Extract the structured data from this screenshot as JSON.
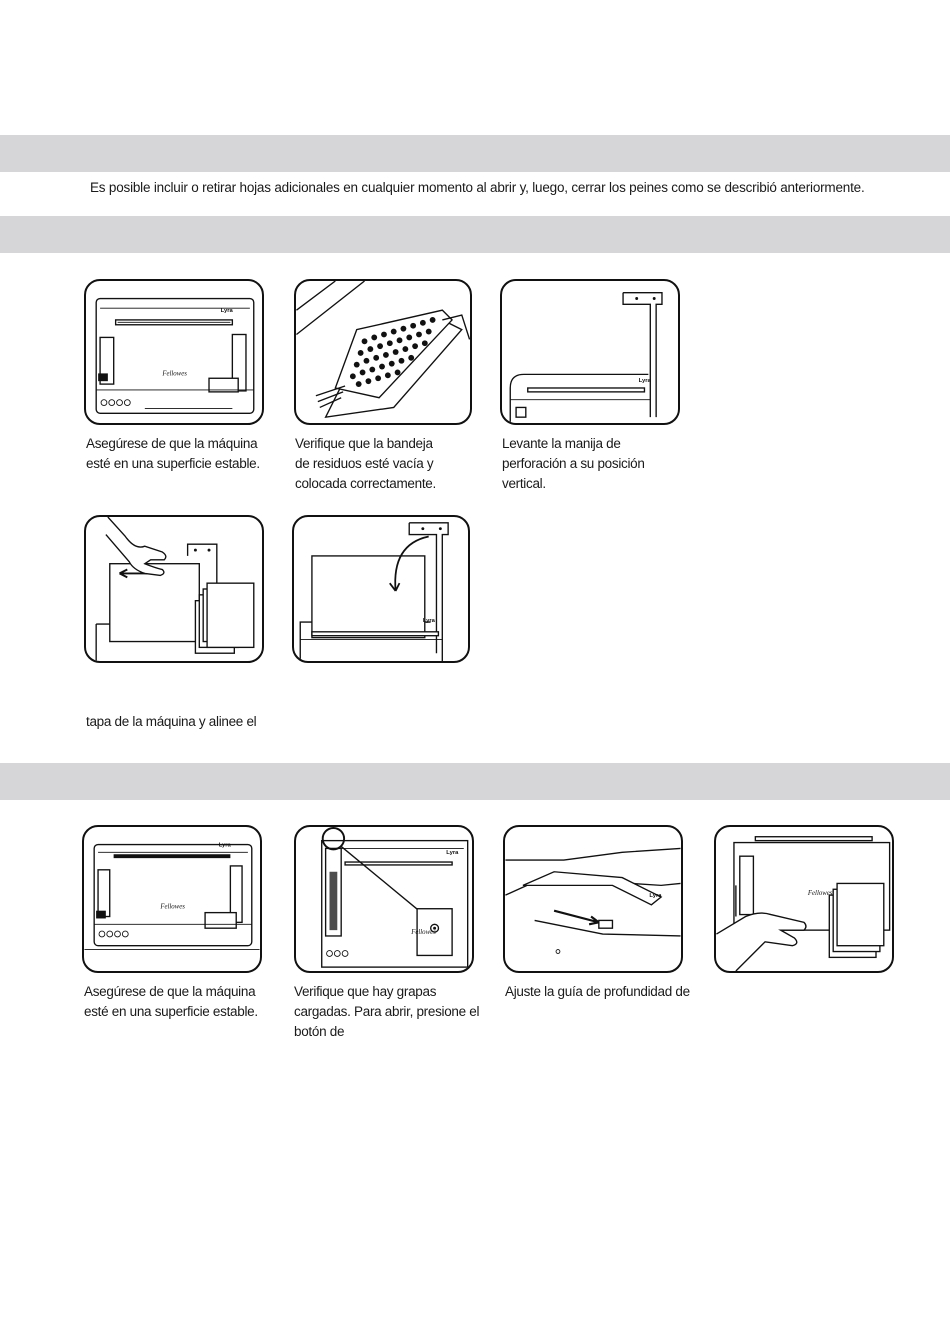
{
  "intro": {
    "text": "Es posible incluir o retirar hojas adicionales en cualquier momento al abrir y, luego, cerrar los peines como se describió anteriormente."
  },
  "section2": {
    "steps": [
      {
        "caption": "Asegúrese de que la máquina esté en una superficie estable.",
        "brand": "Lyra",
        "logo": "Fellowes"
      },
      {
        "caption": "Verifique que la bandeja de residuos esté vacía y colocada correctamente."
      },
      {
        "caption": "Levante la manija de perforación a su posición vertical.",
        "brand": "Lyra"
      },
      {
        "caption": ""
      },
      {
        "caption": "",
        "brand": "Lyra"
      }
    ],
    "continuation": "tapa de la máquina y alinee el"
  },
  "section3": {
    "steps": [
      {
        "caption": "Asegúrese de que la máquina esté en una superficie estable.",
        "brand": "Lyra",
        "logo": "Fellowes"
      },
      {
        "caption": "Verifique que hay grapas cargadas. Para abrir, presione el botón de",
        "brand": "Lyra",
        "logo": "Fellowes"
      },
      {
        "caption": "Ajuste la guía de profundidad de",
        "brand": "Lyra"
      },
      {
        "caption": "",
        "logo": "Fellowes"
      }
    ]
  },
  "icons": {
    "arrow": "arrow-left-icon",
    "curved_arrow": "curved-arrow-icon",
    "hand": "hand-icon",
    "zoom_circle": "magnify-circle-icon"
  }
}
